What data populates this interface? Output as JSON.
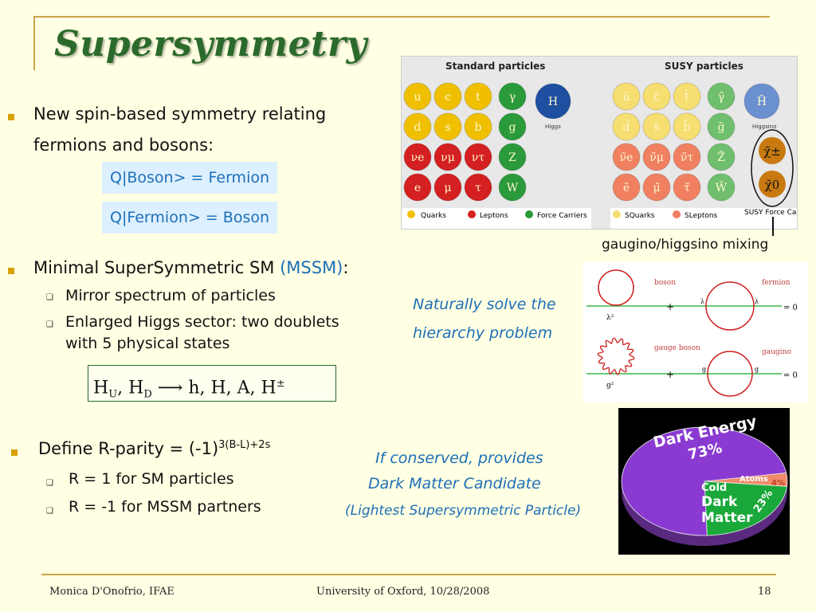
{
  "slide": {
    "title": "Supersymmetry",
    "bullet1": {
      "line1": "New spin-based symmetry relating",
      "line2": "fermions and bosons:"
    },
    "eq1": "Q|Boson> = Fermion",
    "eq2": "Q|Fermion> = Boson",
    "caption_mixing": "gaugino/higgsino mixing",
    "bullet2": {
      "text": "Minimal SuperSymmetric SM ",
      "paren": "(MSSM)",
      "colon": ":"
    },
    "sub1": "Mirror spectrum of particles",
    "sub2": {
      "line1": "Enlarged Higgs sector: two doublets",
      "line2": "with 5 physical states"
    },
    "hierarchy": {
      "line1": "Naturally solve the",
      "line2": "hierarchy problem"
    },
    "higgs_formula": {
      "lhs_a": "H",
      "lhs_a_sub": "U",
      "lhs_b": "H",
      "lhs_b_sub": "D",
      "rhs": "h, H, A, H",
      "rhs_sup": "±"
    },
    "bullet3": {
      "text": "Define R-parity = (-1)",
      "sup": "3(B-L)+2s"
    },
    "sub3": "R = 1 for SM particles",
    "sub4": "R = -1 for MSSM partners",
    "dm": {
      "line1": "If conserved, provides",
      "line2": "Dark Matter Candidate",
      "line3": "(Lightest Supersymmetric Particle)"
    }
  },
  "particles": {
    "std_header": "Standard particles",
    "susy_header": "SUSY particles",
    "std_quarks": [
      "u",
      "c",
      "t",
      "d",
      "s",
      "b"
    ],
    "std_leptons": [
      "νe",
      "νμ",
      "ντ",
      "e",
      "μ",
      "τ"
    ],
    "std_bosons": [
      "γ",
      "g",
      "Z",
      "W"
    ],
    "std_higgs": "H",
    "std_higgs_label": "Higgs",
    "susy_quarks": [
      "ũ",
      "c̃",
      "t̃",
      "d̃",
      "s̃",
      "b̃"
    ],
    "susy_leptons": [
      "ν̃e",
      "ν̃μ",
      "ν̃τ",
      "ẽ",
      "μ̃",
      "τ̃"
    ],
    "susy_bosons": [
      "γ̃",
      "g̃",
      "Z̃",
      "W̃"
    ],
    "susy_higgs": "H̃",
    "susy_higgs_label": "Higgsino",
    "chi_pm": "χ̃±",
    "chi_0": "χ̃0",
    "legend_std": [
      "Quarks",
      "Leptons",
      "Force Carriers"
    ],
    "legend_susy": [
      "SQuarks",
      "SLeptons",
      "SUSY Force Carriers"
    ],
    "colors": {
      "quark": "#f0c000",
      "lepton": "#d42020",
      "boson": "#2a9a3a",
      "higgs": "#1f4fa0",
      "squark": "#f6de70",
      "slepton": "#f08060",
      "sboson": "#6fbf6f",
      "shiggs": "#6a90d0",
      "neutralino": "#c87a10"
    }
  },
  "feynman": {
    "boson": "boson",
    "fermion": "fermion",
    "gauge_boson": "gauge boson",
    "gaugino": "gaugino",
    "lambda_sq": "λ²",
    "lambda": "λ",
    "g_sq": "g²",
    "g": "g",
    "plus": "+",
    "eq_zero": "= 0"
  },
  "pie": {
    "dark_energy": "Dark Energy",
    "de_pct": "73%",
    "cdm1": "Cold",
    "cdm2": "Dark",
    "cdm3": "Matter",
    "cdm_pct": "23%",
    "atoms": "Atoms",
    "atoms_pct": "4%",
    "chart_data": {
      "type": "pie",
      "categories": [
        "Dark Energy",
        "Cold Dark Matter",
        "Atoms"
      ],
      "values": [
        73,
        23,
        4
      ]
    }
  },
  "footer": {
    "author": "Monica D'Onofrio, IFAE",
    "venue": "University of Oxford, 10/28/2008",
    "page": "18"
  }
}
